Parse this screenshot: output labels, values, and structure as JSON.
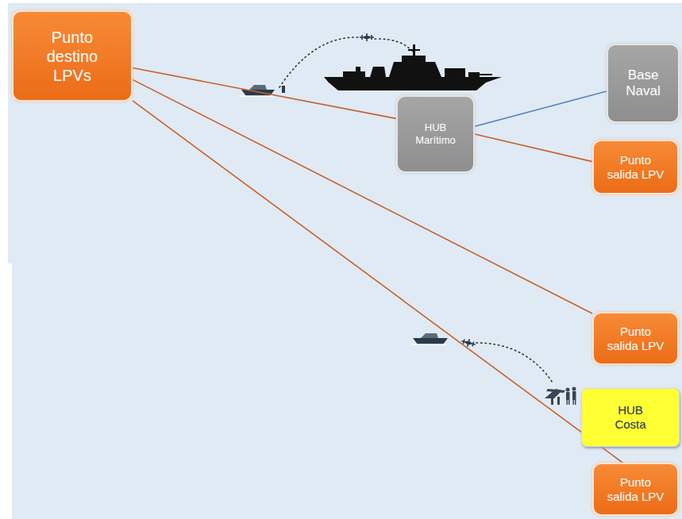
{
  "diagram": {
    "nodes": [
      {
        "text": [
          "Punto destino LPVs"
        ]
      },
      {
        "text": [
          "Base Naval"
        ]
      },
      {
        "text": [
          "HUB Marítimo"
        ]
      },
      {
        "text": [
          "Punto salida LPV"
        ]
      },
      {
        "text": [
          "Punto salida LPV"
        ]
      },
      {
        "text": [
          "HUB Costa"
        ]
      },
      {
        "text": [
          "Punto salida LPV"
        ]
      }
    ],
    "edges": [
      {
        "from": 0,
        "to": 2,
        "arrow": "none"
      },
      {
        "from": 2,
        "to": 3,
        "arrow": "none"
      },
      {
        "from": 2,
        "to": 1,
        "arrow": "none"
      },
      {
        "from": 0,
        "to": 4,
        "arrow": "none"
      },
      {
        "from": 0,
        "to": 6,
        "arrow": "none"
      }
    ]
  }
}
